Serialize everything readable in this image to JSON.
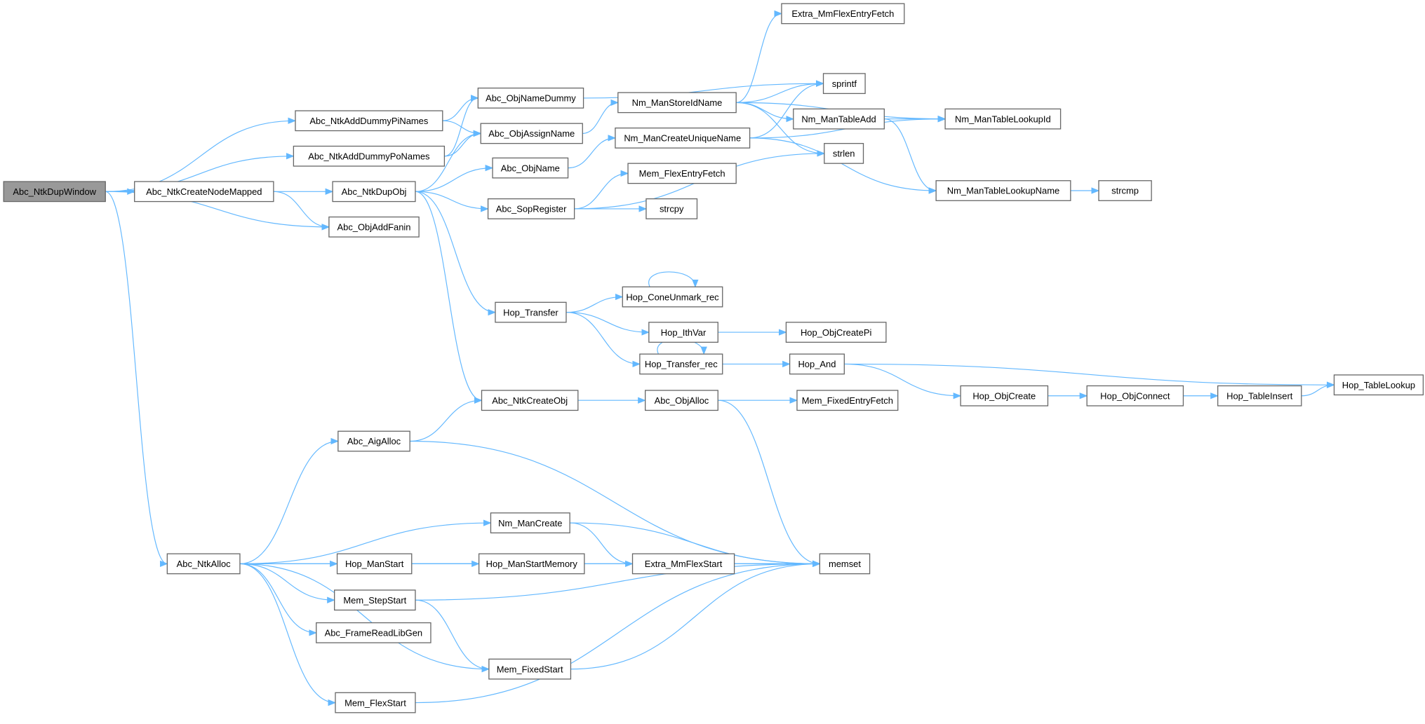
{
  "graph": {
    "root": "Abc_NtkDupWindow",
    "edge_color": "#63b8ff",
    "root_color": "#999999",
    "nodes": [
      {
        "id": "Abc_NtkDupWindow",
        "label": "Abc_NtkDupWindow"
      },
      {
        "id": "Abc_NtkAddDummyPiNames",
        "label": "Abc_NtkAddDummyPiNames"
      },
      {
        "id": "Abc_NtkAddDummyPoNames",
        "label": "Abc_NtkAddDummyPoNames"
      },
      {
        "id": "Abc_NtkCreateNodeMapped",
        "label": "Abc_NtkCreateNodeMapped"
      },
      {
        "id": "Abc_NtkDupObj",
        "label": "Abc_NtkDupObj"
      },
      {
        "id": "Abc_ObjAddFanin",
        "label": "Abc_ObjAddFanin"
      },
      {
        "id": "Abc_ObjNameDummy",
        "label": "Abc_ObjNameDummy"
      },
      {
        "id": "Abc_ObjAssignName",
        "label": "Abc_ObjAssignName"
      },
      {
        "id": "Abc_ObjName",
        "label": "Abc_ObjName"
      },
      {
        "id": "Abc_SopRegister",
        "label": "Abc_SopRegister"
      },
      {
        "id": "Hop_Transfer",
        "label": "Hop_Transfer"
      },
      {
        "id": "Abc_NtkCreateObj",
        "label": "Abc_NtkCreateObj"
      },
      {
        "id": "Abc_AigAlloc",
        "label": "Abc_AigAlloc"
      },
      {
        "id": "Abc_NtkAlloc",
        "label": "Abc_NtkAlloc"
      },
      {
        "id": "Nm_ManCreate",
        "label": "Nm_ManCreate"
      },
      {
        "id": "Hop_ManStart",
        "label": "Hop_ManStart"
      },
      {
        "id": "Mem_StepStart",
        "label": "Mem_StepStart"
      },
      {
        "id": "Abc_FrameReadLibGen",
        "label": "Abc_FrameReadLibGen"
      },
      {
        "id": "Mem_FixedStart",
        "label": "Mem_FixedStart"
      },
      {
        "id": "Mem_FlexStart",
        "label": "Mem_FlexStart"
      },
      {
        "id": "Hop_ManStartMemory",
        "label": "Hop_ManStartMemory"
      },
      {
        "id": "Extra_MmFlexStart",
        "label": "Extra_MmFlexStart"
      },
      {
        "id": "memset",
        "label": "memset"
      },
      {
        "id": "Abc_ObjAlloc",
        "label": "Abc_ObjAlloc"
      },
      {
        "id": "Mem_FixedEntryFetch",
        "label": "Mem_FixedEntryFetch"
      },
      {
        "id": "Hop_Transfer_rec",
        "label": "Hop_Transfer_rec"
      },
      {
        "id": "Hop_And",
        "label": "Hop_And"
      },
      {
        "id": "Hop_ObjCreate",
        "label": "Hop_ObjCreate"
      },
      {
        "id": "Hop_ObjConnect",
        "label": "Hop_ObjConnect"
      },
      {
        "id": "Hop_TableInsert",
        "label": "Hop_TableInsert"
      },
      {
        "id": "Hop_TableLookup",
        "label": "Hop_TableLookup"
      },
      {
        "id": "Hop_ConeUnmark_rec",
        "label": "Hop_ConeUnmark_rec"
      },
      {
        "id": "Hop_IthVar",
        "label": "Hop_IthVar"
      },
      {
        "id": "Hop_ObjCreatePi",
        "label": "Hop_ObjCreatePi"
      },
      {
        "id": "Nm_ManStoreIdName",
        "label": "Nm_ManStoreIdName"
      },
      {
        "id": "Nm_ManCreateUniqueName",
        "label": "Nm_ManCreateUniqueName"
      },
      {
        "id": "Mem_FlexEntryFetch",
        "label": "Mem_FlexEntryFetch"
      },
      {
        "id": "strcpy",
        "label": "strcpy"
      },
      {
        "id": "Extra_MmFlexEntryFetch",
        "label": "Extra_MmFlexEntryFetch"
      },
      {
        "id": "sprintf",
        "label": "sprintf"
      },
      {
        "id": "Nm_ManTableAdd",
        "label": "Nm_ManTableAdd"
      },
      {
        "id": "Nm_ManTableLookupId",
        "label": "Nm_ManTableLookupId"
      },
      {
        "id": "strlen",
        "label": "strlen"
      },
      {
        "id": "Nm_ManTableLookupName",
        "label": "Nm_ManTableLookupName"
      },
      {
        "id": "strcmp",
        "label": "strcmp"
      }
    ],
    "edges": [
      [
        "Abc_NtkDupWindow",
        "Abc_NtkAddDummyPiNames"
      ],
      [
        "Abc_NtkDupWindow",
        "Abc_NtkAddDummyPoNames"
      ],
      [
        "Abc_NtkDupWindow",
        "Abc_NtkCreateNodeMapped"
      ],
      [
        "Abc_NtkDupWindow",
        "Abc_ObjAddFanin"
      ],
      [
        "Abc_NtkDupWindow",
        "Abc_NtkAlloc"
      ],
      [
        "Abc_NtkAddDummyPiNames",
        "Abc_ObjNameDummy"
      ],
      [
        "Abc_NtkAddDummyPiNames",
        "Abc_ObjAssignName"
      ],
      [
        "Abc_NtkAddDummyPoNames",
        "Abc_ObjNameDummy"
      ],
      [
        "Abc_NtkAddDummyPoNames",
        "Abc_ObjAssignName"
      ],
      [
        "Abc_NtkCreateNodeMapped",
        "Abc_NtkDupObj"
      ],
      [
        "Abc_NtkCreateNodeMapped",
        "Abc_ObjAddFanin"
      ],
      [
        "Abc_NtkDupObj",
        "Abc_ObjAssignName"
      ],
      [
        "Abc_NtkDupObj",
        "Abc_ObjName"
      ],
      [
        "Abc_NtkDupObj",
        "Abc_SopRegister"
      ],
      [
        "Abc_NtkDupObj",
        "Hop_Transfer"
      ],
      [
        "Abc_NtkDupObj",
        "Abc_NtkCreateObj"
      ],
      [
        "Abc_ObjNameDummy",
        "sprintf"
      ],
      [
        "Abc_ObjAssignName",
        "Nm_ManStoreIdName"
      ],
      [
        "Abc_ObjName",
        "Nm_ManCreateUniqueName"
      ],
      [
        "Abc_SopRegister",
        "Mem_FlexEntryFetch"
      ],
      [
        "Abc_SopRegister",
        "strcpy"
      ],
      [
        "Abc_SopRegister",
        "strlen"
      ],
      [
        "Nm_ManStoreIdName",
        "Extra_MmFlexEntryFetch"
      ],
      [
        "Nm_ManStoreIdName",
        "sprintf"
      ],
      [
        "Nm_ManStoreIdName",
        "Nm_ManTableAdd"
      ],
      [
        "Nm_ManStoreIdName",
        "Nm_ManTableLookupId"
      ],
      [
        "Nm_ManStoreIdName",
        "strlen"
      ],
      [
        "Nm_ManCreateUniqueName",
        "sprintf"
      ],
      [
        "Nm_ManCreateUniqueName",
        "Nm_ManTableLookupId"
      ],
      [
        "Nm_ManCreateUniqueName",
        "Nm_ManTableLookupName"
      ],
      [
        "Nm_ManTableAdd",
        "Nm_ManTableLookupId"
      ],
      [
        "Nm_ManTableAdd",
        "Nm_ManTableLookupName"
      ],
      [
        "Nm_ManTableLookupName",
        "strcmp"
      ],
      [
        "Hop_Transfer",
        "Hop_ConeUnmark_rec"
      ],
      [
        "Hop_Transfer",
        "Hop_IthVar"
      ],
      [
        "Hop_Transfer",
        "Hop_Transfer_rec"
      ],
      [
        "Hop_ConeUnmark_rec",
        "Hop_ConeUnmark_rec"
      ],
      [
        "Hop_IthVar",
        "Hop_ObjCreatePi"
      ],
      [
        "Hop_Transfer_rec",
        "Hop_Transfer_rec"
      ],
      [
        "Hop_Transfer_rec",
        "Hop_And"
      ],
      [
        "Hop_And",
        "Hop_ObjCreate"
      ],
      [
        "Hop_And",
        "Hop_TableLookup"
      ],
      [
        "Hop_ObjCreate",
        "Hop_ObjConnect"
      ],
      [
        "Hop_ObjConnect",
        "Hop_TableInsert"
      ],
      [
        "Hop_TableInsert",
        "Hop_TableLookup"
      ],
      [
        "Abc_NtkCreateObj",
        "Abc_ObjAlloc"
      ],
      [
        "Abc_ObjAlloc",
        "Mem_FixedEntryFetch"
      ],
      [
        "Abc_ObjAlloc",
        "memset"
      ],
      [
        "Abc_AigAlloc",
        "Abc_NtkCreateObj"
      ],
      [
        "Abc_AigAlloc",
        "memset"
      ],
      [
        "Abc_NtkAlloc",
        "Abc_AigAlloc"
      ],
      [
        "Abc_NtkAlloc",
        "memset"
      ],
      [
        "Abc_NtkAlloc",
        "Nm_ManCreate"
      ],
      [
        "Abc_NtkAlloc",
        "Hop_ManStart"
      ],
      [
        "Abc_NtkAlloc",
        "Mem_StepStart"
      ],
      [
        "Abc_NtkAlloc",
        "Abc_FrameReadLibGen"
      ],
      [
        "Abc_NtkAlloc",
        "Mem_FixedStart"
      ],
      [
        "Abc_NtkAlloc",
        "Mem_FlexStart"
      ],
      [
        "Nm_ManCreate",
        "memset"
      ],
      [
        "Nm_ManCreate",
        "Extra_MmFlexStart"
      ],
      [
        "Hop_ManStart",
        "Hop_ManStartMemory"
      ],
      [
        "Hop_ManStart",
        "memset"
      ],
      [
        "Extra_MmFlexStart",
        "memset"
      ],
      [
        "Mem_StepStart",
        "memset"
      ],
      [
        "Mem_StepStart",
        "Mem_FixedStart"
      ],
      [
        "Mem_FixedStart",
        "memset"
      ],
      [
        "Mem_FlexStart",
        "memset"
      ]
    ]
  }
}
